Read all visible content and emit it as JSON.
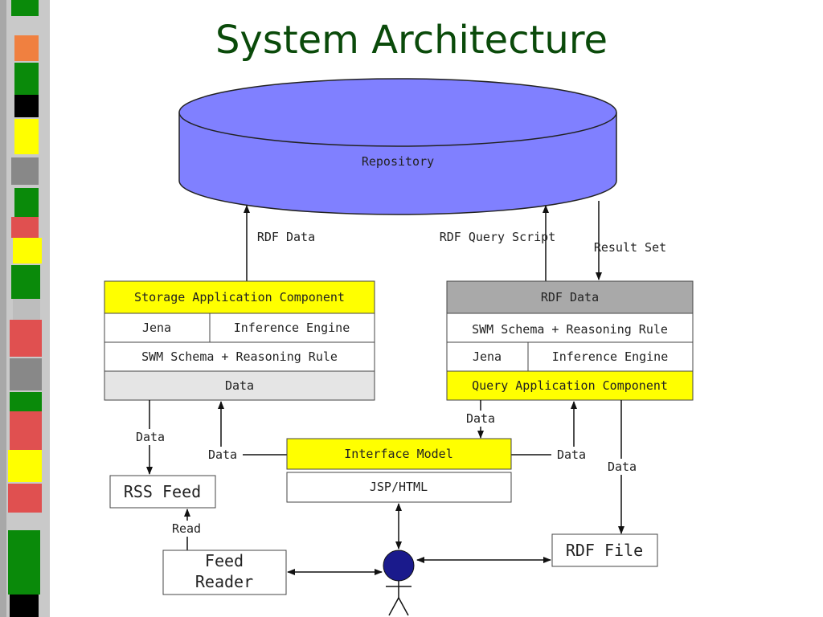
{
  "title": "System Architecture",
  "repository": {
    "label": "Repository"
  },
  "edges": {
    "rdf_data": "RDF Data",
    "rdf_query_script": "RDF Query Script",
    "result_set": "Result Set",
    "data_to_rss": "Data",
    "data_from_interface_left": "Data",
    "data_query_down": "Data",
    "data_from_interface_right": "Data",
    "data_to_rdf_file": "Data",
    "read": "Read"
  },
  "storage_component": {
    "header": "Storage Application Component",
    "jena": "Jena",
    "inference_engine": "Inference Engine",
    "schema": "SWM Schema + Reasoning Rule",
    "data": "Data"
  },
  "query_component": {
    "rdf_data": "RDF Data",
    "schema": "SWM Schema + Reasoning Rule",
    "jena": "Jena",
    "inference_engine": "Inference Engine",
    "footer": "Query Application Component"
  },
  "interface": {
    "model": "Interface Model",
    "jsp": "JSP/HTML"
  },
  "rss_feed": "RSS Feed",
  "feed_reader": {
    "line1": "Feed",
    "line2": "Reader"
  },
  "rdf_file": "RDF File",
  "colors": {
    "title": "#0a4a0a",
    "repository": "#8080ff",
    "highlight": "#ffff00",
    "gray_header": "#a9a9a9",
    "light_gray": "#e5e5e5",
    "user": "#1a1a8c"
  }
}
